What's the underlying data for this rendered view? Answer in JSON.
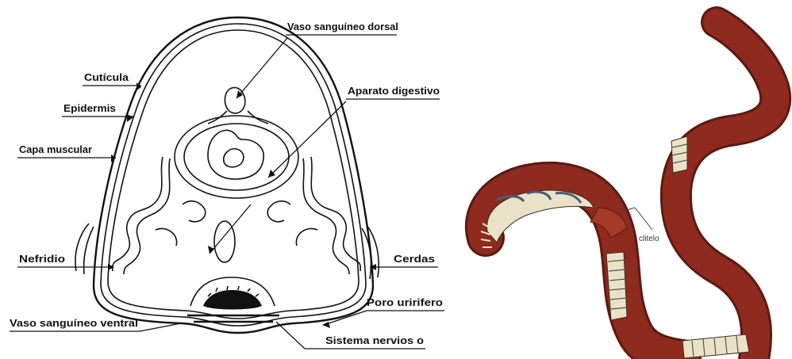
{
  "diagram": {
    "labels": {
      "vaso_dorsal": "Vaso sanguíneo dorsal",
      "aparato_digestivo": "Aparato digestivo",
      "cuticula": "Cutícula",
      "epidermis": "Epidermis",
      "capa_muscular": "Capa muscular",
      "nefridio": "Nefridio",
      "cerdas": "Cerdas",
      "poro_urinifero": "Poro uririfero",
      "vaso_ventral": "Vaso sanguíneo ventral",
      "sistema_nervioso": "Sistema nervios o"
    }
  },
  "photo": {
    "label": "clitelo",
    "colors": {
      "worm_body": "#8e2a1e",
      "worm_dark": "#5c1a12",
      "interior": "#e9e2c6"
    }
  }
}
